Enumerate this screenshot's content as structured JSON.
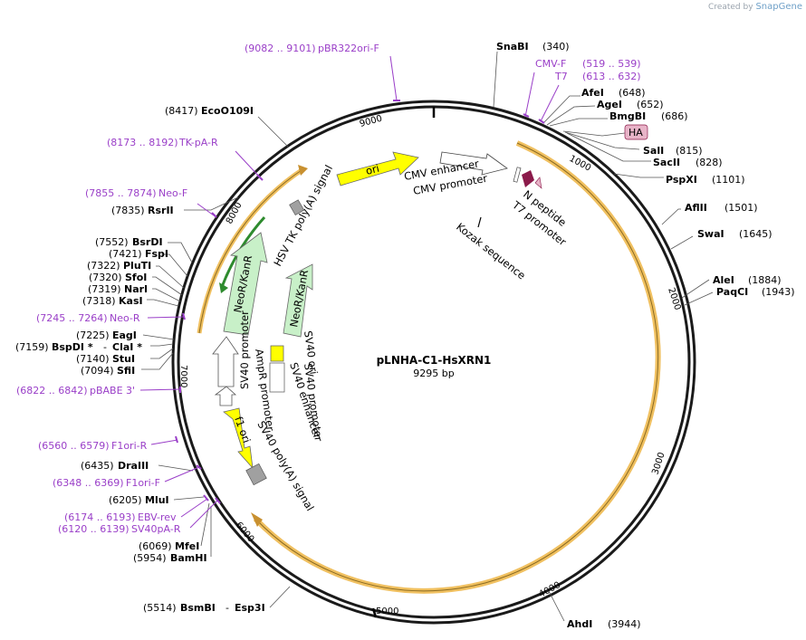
{
  "credit": {
    "prefix": "Created by",
    "brand": "SnapGene"
  },
  "plasmid": {
    "name": "pLNHA-C1-HsXRN1",
    "size": "9295 bp"
  },
  "ticks": [
    "1000",
    "2000",
    "3000",
    "4000",
    "5000",
    "6000",
    "7000",
    "8000",
    "9000"
  ],
  "sites": {
    "snabi": {
      "name": "SnaBI",
      "pos": "(340)"
    },
    "afei": {
      "name": "AfeI",
      "pos": "(648)"
    },
    "agei": {
      "name": "AgeI",
      "pos": "(652)"
    },
    "bmgbi": {
      "name": "BmgBI",
      "pos": "(686)"
    },
    "sali": {
      "name": "SalI",
      "pos": "(815)"
    },
    "sacii": {
      "name": "SacII",
      "pos": "(828)"
    },
    "pspxi": {
      "name": "PspXI",
      "pos": "(1101)"
    },
    "aflii": {
      "name": "AflII",
      "pos": "(1501)"
    },
    "swai": {
      "name": "SwaI",
      "pos": "(1645)"
    },
    "alei": {
      "name": "AleI",
      "pos": "(1884)"
    },
    "paqci": {
      "name": "PaqCI",
      "pos": "(1943)"
    },
    "ahdi": {
      "name": "AhdI",
      "pos": "(3944)"
    },
    "bsmbi": {
      "name": "BsmBI",
      "pos": "(5514)",
      "extra": "Esp3I"
    },
    "bamhi": {
      "name": "BamHI",
      "pos": "(5954)"
    },
    "mfei": {
      "name": "MfeI",
      "pos": "(6069)"
    },
    "mlui": {
      "name": "MluI",
      "pos": "(6205)"
    },
    "draiii": {
      "name": "DraIII",
      "pos": "(6435)"
    },
    "sfii": {
      "name": "SfiI",
      "pos": "(7094)"
    },
    "stui": {
      "name": "StuI",
      "pos": "(7140)"
    },
    "bspdi": {
      "name": "BspDI *",
      "pos": "(7159)",
      "extra": "ClaI *"
    },
    "eagi": {
      "name": "EagI",
      "pos": "(7225)"
    },
    "kasi": {
      "name": "KasI",
      "pos": "(7318)"
    },
    "nari": {
      "name": "NarI",
      "pos": "(7319)"
    },
    "sfoi": {
      "name": "SfoI",
      "pos": "(7320)"
    },
    "pluti": {
      "name": "PluTI",
      "pos": "(7322)"
    },
    "fspi": {
      "name": "FspI",
      "pos": "(7421)"
    },
    "bsrdi": {
      "name": "BsrDI",
      "pos": "(7552)"
    },
    "srsii": {
      "name": "RsrII",
      "pos": "(7835)"
    },
    "ecoo109i": {
      "name": "EcoO109I",
      "pos": "(8417)"
    }
  },
  "primers": {
    "pbr322": {
      "range": "(9082 .. 9101)",
      "name": "pBR322ori-F"
    },
    "cmvf": {
      "name": "CMV-F",
      "range": "(519 .. 539)"
    },
    "t7": {
      "name": "T7",
      "range": "(613 .. 632)"
    },
    "tkpa": {
      "range": "(8173 .. 8192)",
      "name": "TK-pA-R"
    },
    "neof": {
      "range": "(7855 .. 7874)",
      "name": "Neo-F"
    },
    "neor": {
      "range": "(7245 .. 7264)",
      "name": "Neo-R"
    },
    "pbabe": {
      "range": "(6822 .. 6842)",
      "name": "pBABE 3'"
    },
    "f1orir": {
      "range": "(6560 .. 6579)",
      "name": "F1ori-R"
    },
    "f1orif": {
      "range": "(6348 .. 6369)",
      "name": "F1ori-F"
    },
    "ebvrev": {
      "range": "(6174 .. 6193)",
      "name": "EBV-rev"
    },
    "sv40par": {
      "range": "(6120 .. 6139)",
      "name": "SV40pA-R"
    }
  },
  "features": {
    "ha": "HA",
    "ori": "ori",
    "cmv_enhancer": "CMV enhancer",
    "cmv_promoter": "CMV promoter",
    "n_peptide": "N peptide",
    "t7_promoter": "T7 promoter",
    "kozak": "Kozak sequence",
    "hsv_tk": "HSV TK poly(A) signal",
    "neokan1": "NeoR/KanR",
    "neokan2": "NeoR/KanR",
    "sv40_ori": "SV40 ori",
    "sv40_promoter": "SV40 promoter",
    "sv40_enhancer": "SV40 enhancer",
    "ampr_promoter": "AmpR promoter",
    "f1_ori": "f1 ori",
    "sv40_polya": "SV40 poly(A) signal"
  },
  "colors": {
    "backbone": "#1a1a1a",
    "insert": "#f0c060",
    "primer": "#9a3fc8",
    "ori": "#ffff00",
    "neo": "#c8f0c8",
    "green": "#2e8b2e",
    "ha": "#e8b4c8",
    "n_peptide": "#8b1a4a",
    "gray": "#a0a0a0"
  }
}
